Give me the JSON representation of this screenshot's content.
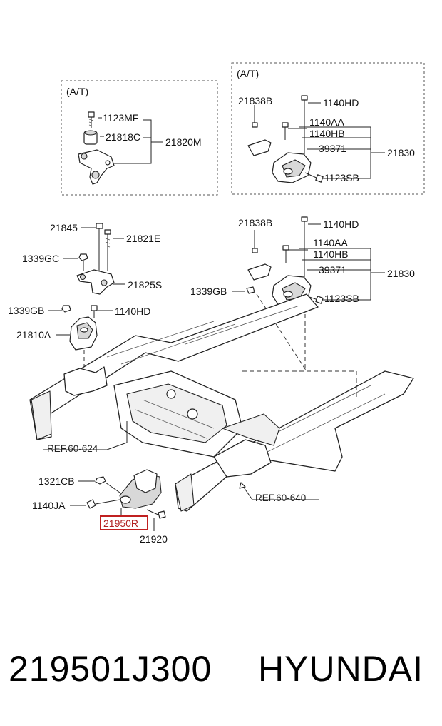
{
  "diagram": {
    "box_left": {
      "header": "(A/T)",
      "labels": [
        "1123MF",
        "21818C",
        "21820M"
      ]
    },
    "box_right": {
      "header": "(A/T)",
      "labels": [
        "21838B",
        "1140HD",
        "1140AA",
        "1140HB",
        "39371",
        "21830",
        "1123SB"
      ]
    },
    "main_labels": {
      "l_21845": "21845",
      "l_21821E": "21821E",
      "l_1339GC": "1339GC",
      "l_21825S": "21825S",
      "l_1339GB": "1339GB",
      "l_1140HD_a": "1140HD",
      "l_21810A": "21810A",
      "l_21838B": "21838B",
      "l_1140HD_b": "1140HD",
      "l_1140AA": "1140AA",
      "l_1140HB": "1140HB",
      "l_39371": "39371",
      "l_21830": "21830",
      "l_1339GB_b": "1339GB",
      "l_1123SB": "1123SB",
      "l_1321CB": "1321CB",
      "l_1140JA": "1140JA",
      "l_21950R": "21950R",
      "l_21920": "21920"
    },
    "refs": {
      "ref_624": "REF.60-624",
      "ref_640": "REF.60-640"
    },
    "highlight_color": "#c02020"
  },
  "caption": {
    "part_number": "219501J300",
    "brand": "HYUNDAI"
  }
}
